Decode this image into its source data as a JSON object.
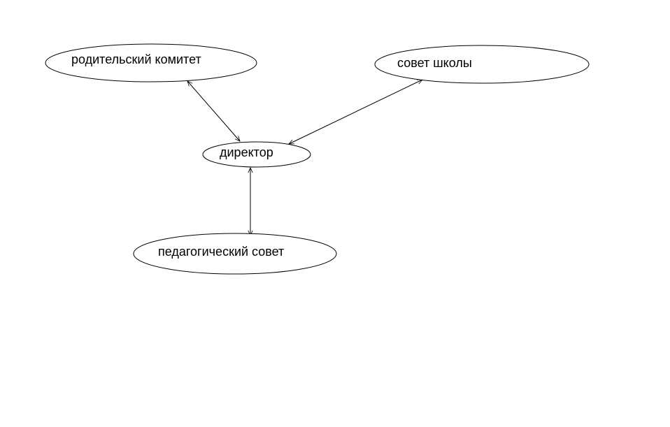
{
  "nodes": {
    "parents_committee": {
      "label": "родительский комитет"
    },
    "school_council": {
      "label": "совет школы"
    },
    "director": {
      "label": "директор"
    },
    "pedagogical_council": {
      "label": "педагогический совет"
    }
  },
  "edges": [
    {
      "from": "parents_committee",
      "to": "director",
      "direction": "both"
    },
    {
      "from": "school_council",
      "to": "director",
      "direction": "both"
    },
    {
      "from": "director",
      "to": "pedagogical_council",
      "direction": "both"
    }
  ],
  "colors": {
    "stroke": "#000000",
    "background": "#ffffff",
    "node_fill": "#ffffff"
  }
}
